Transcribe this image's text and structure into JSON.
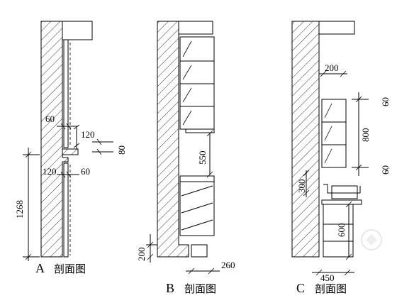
{
  "sections": [
    {
      "id": "A",
      "letter": "A",
      "caption": "剖面图",
      "dims": {
        "d60": "60",
        "d120a": "120",
        "d80": "80",
        "d120b": "120",
        "d60b": "60",
        "d1268": "1268"
      }
    },
    {
      "id": "B",
      "letter": "B",
      "caption": "剖面图",
      "dims": {
        "d550": "550",
        "d200": "200",
        "d260": "260"
      }
    },
    {
      "id": "C",
      "letter": "C",
      "caption": "剖面图",
      "dims": {
        "d200": "200",
        "d60a": "60",
        "d800": "800",
        "d60b": "60",
        "d300": "300",
        "d600": "600",
        "d450": "450"
      }
    }
  ],
  "colors": {
    "line": "#000000",
    "background": "#ffffff",
    "watermark": "#c8c8c8"
  }
}
